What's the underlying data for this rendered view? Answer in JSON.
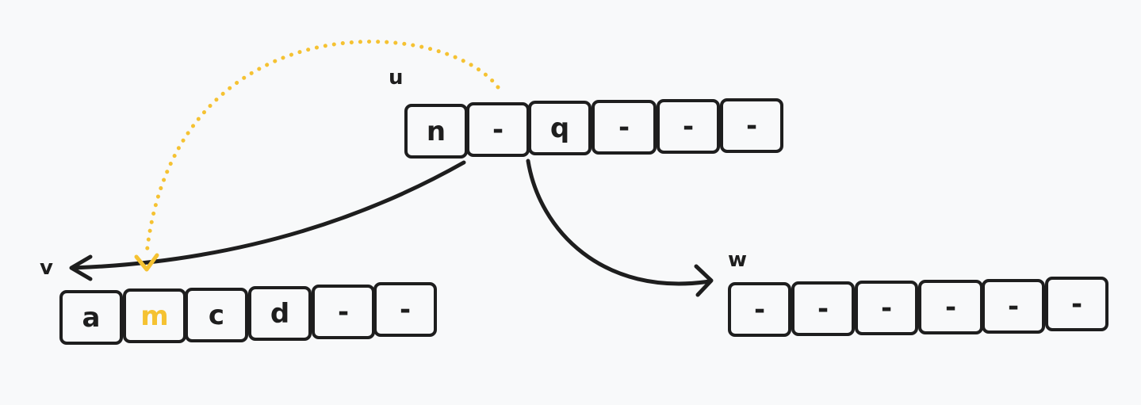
{
  "colors": {
    "ink": "#1e1e1e",
    "highlight": "#f5c232",
    "background": "#f8f9fa"
  },
  "nodes": {
    "u": {
      "label": "u",
      "cells": [
        "n",
        "-",
        "q",
        "-",
        "-",
        "-"
      ]
    },
    "v": {
      "label": "v",
      "cells": [
        "a",
        "m",
        "c",
        "d",
        "-",
        "-"
      ],
      "highlighted_cell": "m"
    },
    "w": {
      "label": "w",
      "cells": [
        "-",
        "-",
        "-",
        "-",
        "-",
        "-"
      ]
    }
  },
  "edges": [
    {
      "from": "u",
      "to": "v",
      "style": "solid"
    },
    {
      "from": "u",
      "to": "w",
      "style": "solid"
    },
    {
      "from": "u",
      "to": "v.m",
      "style": "dotted",
      "color": "highlight"
    }
  ]
}
